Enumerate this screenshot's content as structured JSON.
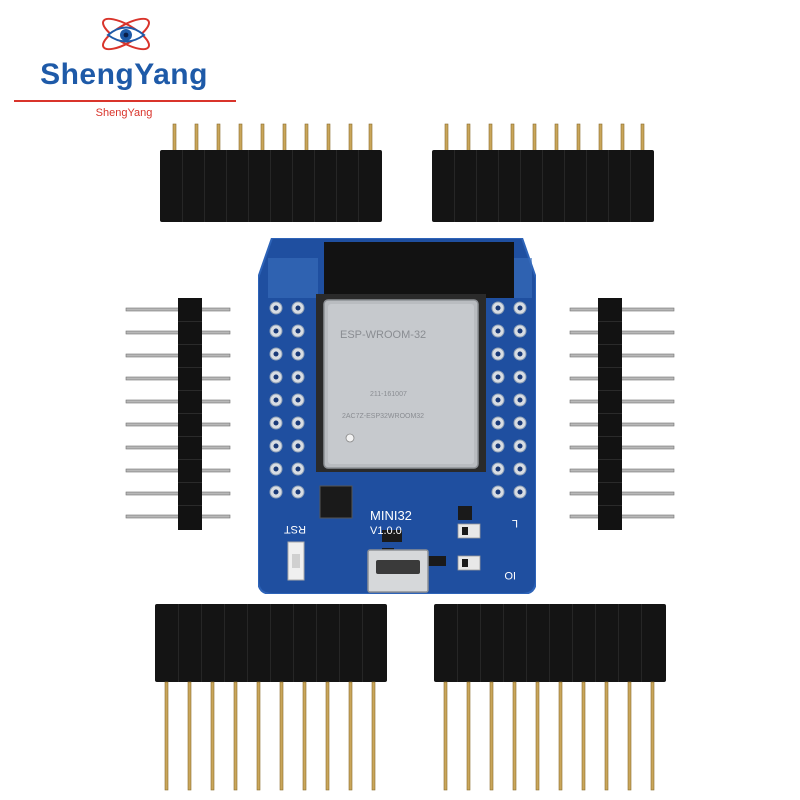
{
  "logo": {
    "brand_name": "ShengYang",
    "brand_sub": "ShengYang",
    "icon": "eye-atom-logo-icon",
    "colors": {
      "blue": "#1e5aa8",
      "red": "#d9342b"
    }
  },
  "board": {
    "module_label": "ESP-WROOM-32",
    "module_line2": "2AC7Z-ESP32WROOM32",
    "module_line3": "211-161007",
    "name_label": "MINI32",
    "version_label": "V1.0.0",
    "rst_label": "RST",
    "io_label": "IO",
    "l_label": "L",
    "colors": {
      "pcb": "#1f4fa0",
      "pcb_edge": "#2d63b8",
      "shield": "#b9bcc0",
      "chip": "#151515"
    }
  }
}
